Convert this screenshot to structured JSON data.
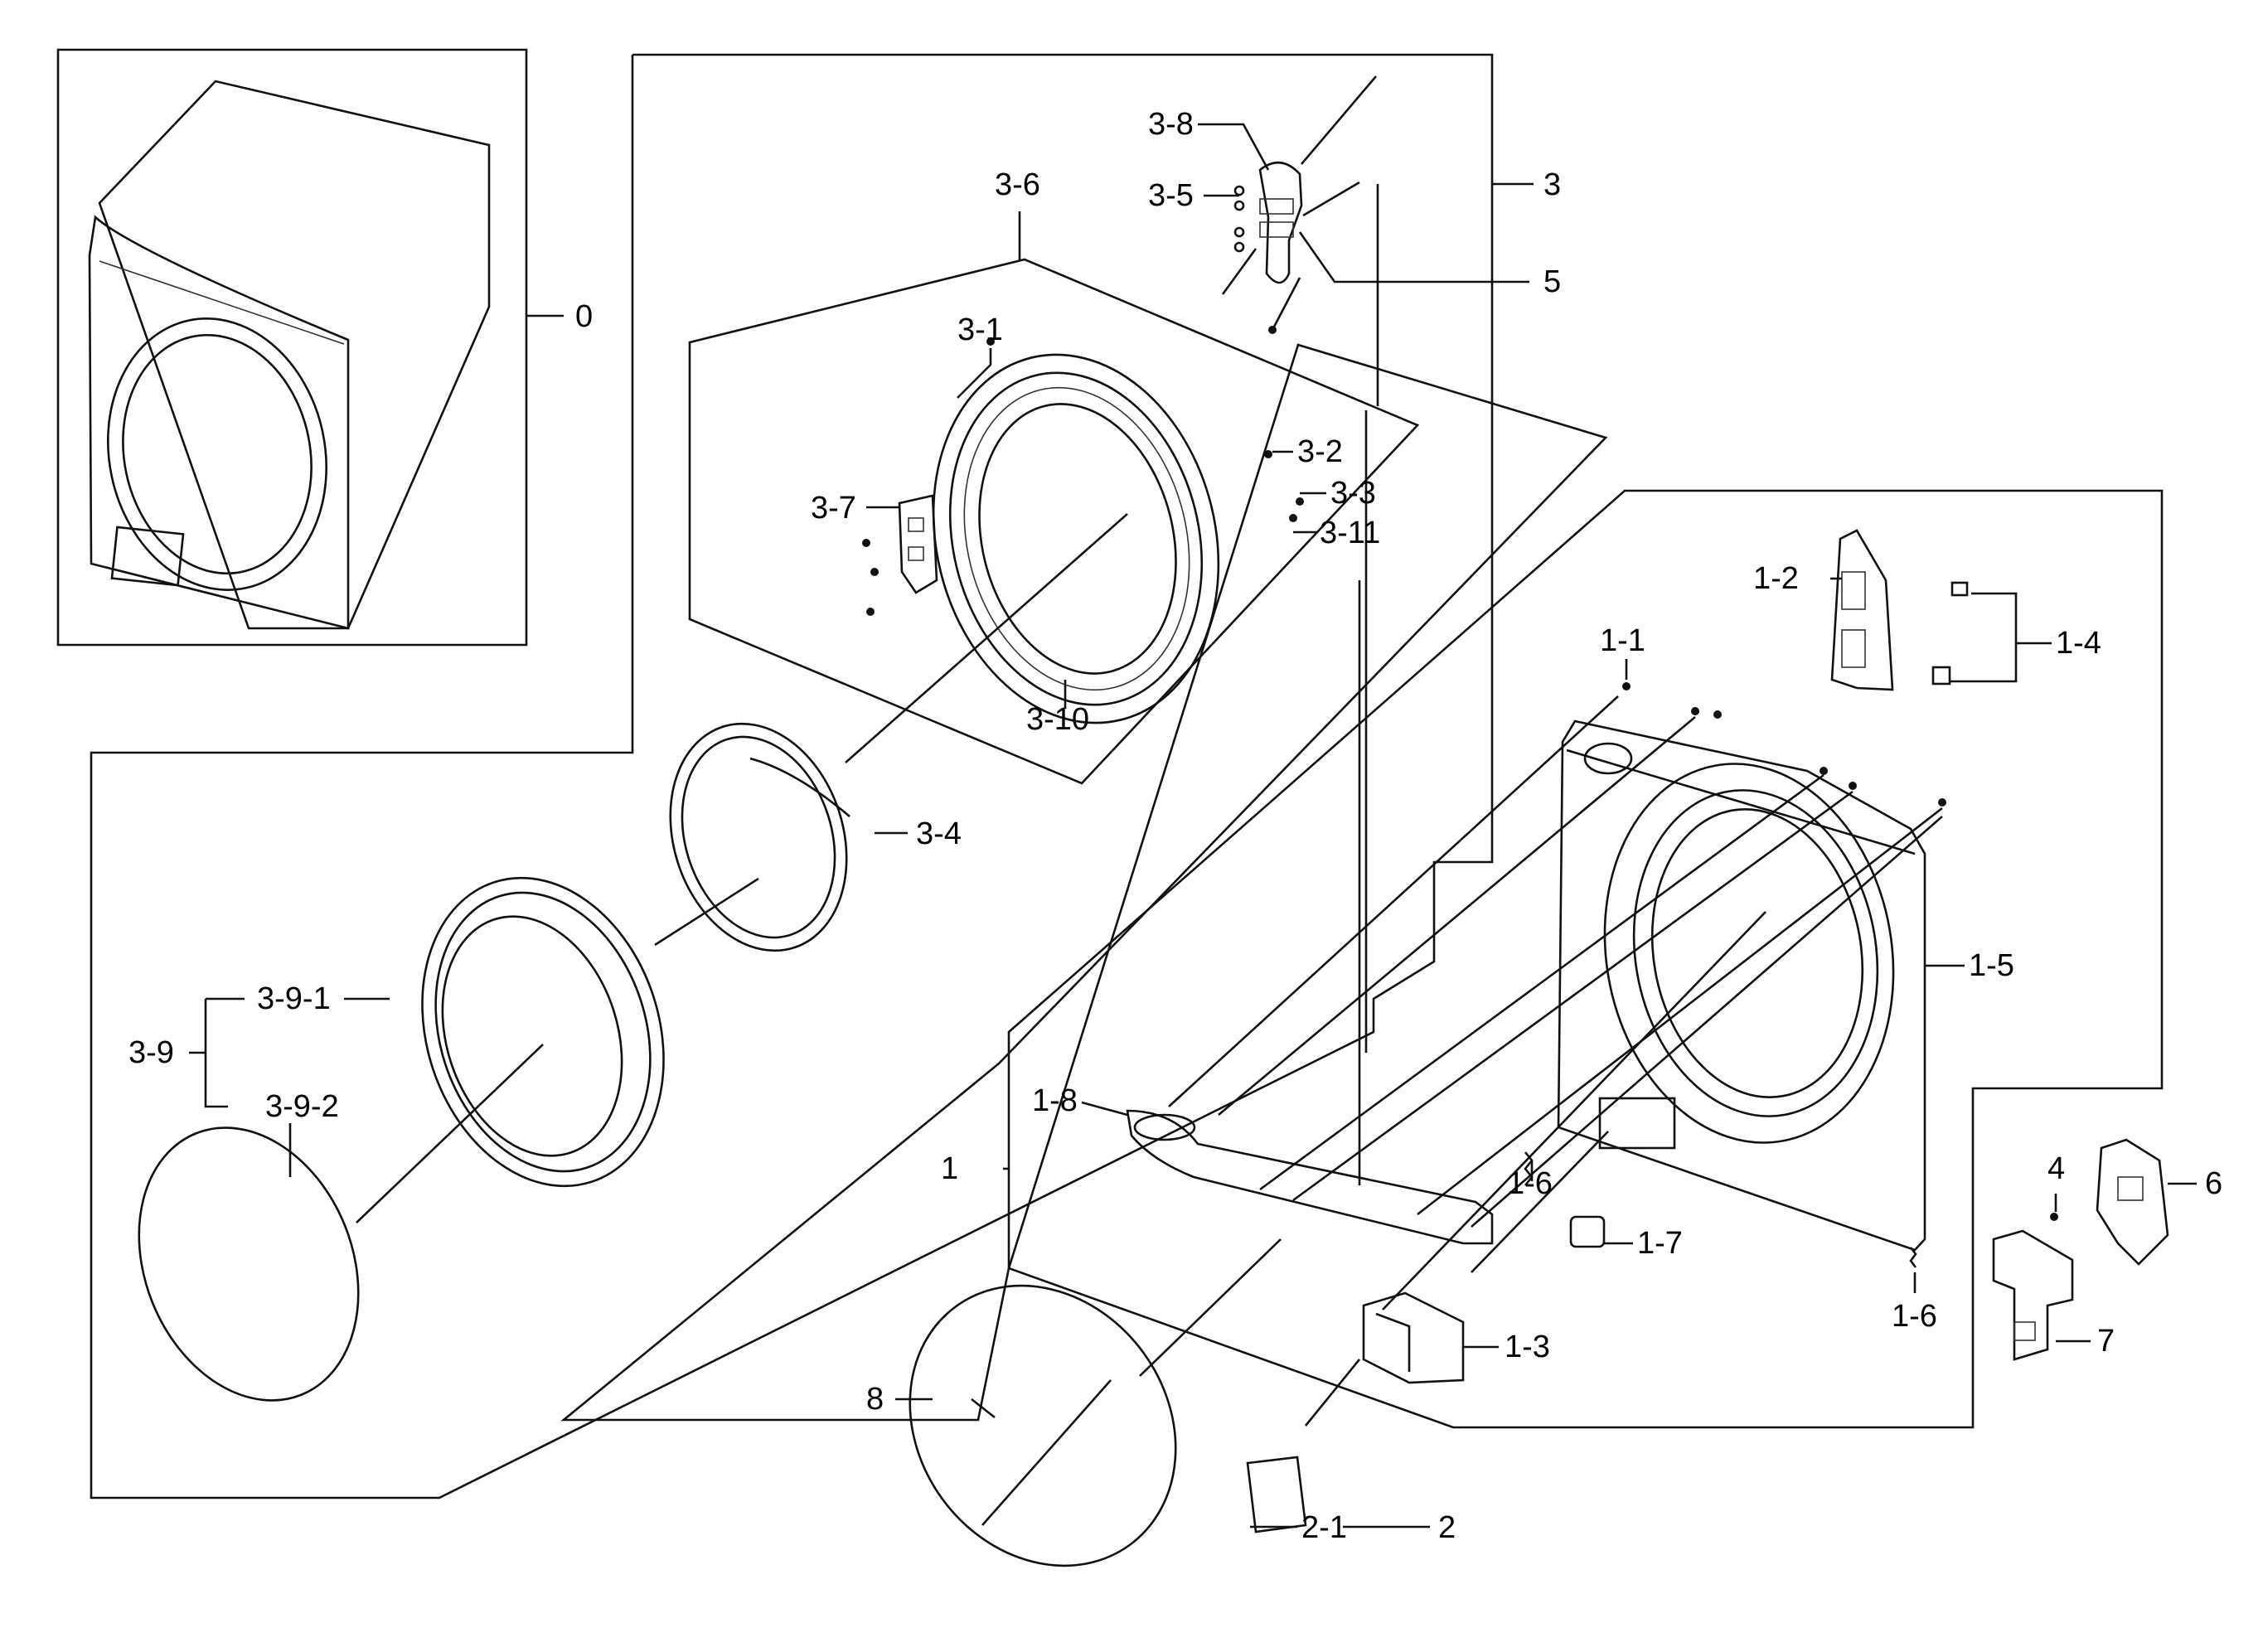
{
  "labels": {
    "l0": "0",
    "l1": "1",
    "l1_1": "1-1",
    "l1_2": "1-2",
    "l1_3": "1-3",
    "l1_4": "1-4",
    "l1_5": "1-5",
    "l1_6a": "1-6",
    "l1_6b": "1-6",
    "l1_7": "1-7",
    "l1_8": "1-8",
    "l2": "2",
    "l2_1": "2-1",
    "l3": "3",
    "l3_1": "3-1",
    "l3_2": "3-2",
    "l3_3": "3-3",
    "l3_4": "3-4",
    "l3_5": "3-5",
    "l3_6": "3-6",
    "l3_7": "3-7",
    "l3_8": "3-8",
    "l3_9": "3-9",
    "l3_9_1": "3-9-1",
    "l3_9_2": "3-9-2",
    "l3_10": "3-10",
    "l3_11": "3-11",
    "l4": "4",
    "l5": "5",
    "l6": "6",
    "l7": "7",
    "l8": "8"
  }
}
